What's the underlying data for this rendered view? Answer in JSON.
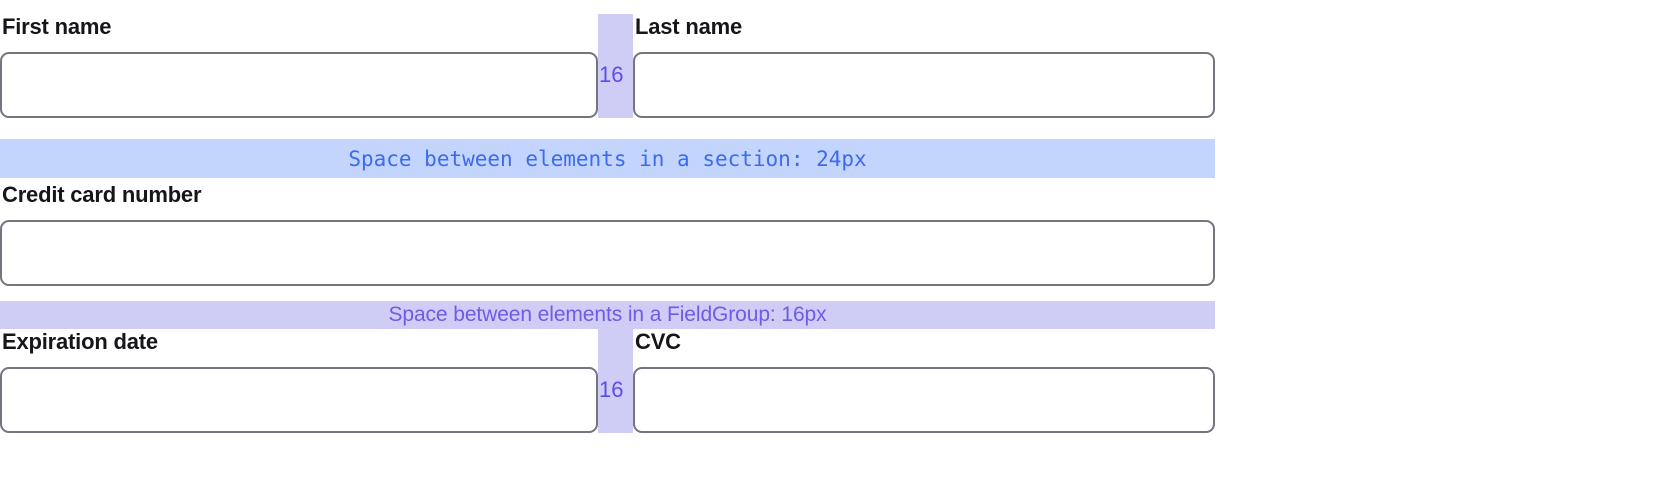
{
  "colors": {
    "section_band_bg": "#c3d4fd",
    "section_band_text": "#3b6bf0",
    "fieldgroup_band_bg": "#cfcdf5",
    "fieldgroup_band_text": "#6c5ce7",
    "gap_column_bg": "#cfcdf5",
    "gap_label_text": "#5b4ee8",
    "input_border": "#73767f",
    "label_text": "#14161a",
    "page_bg": "#ffffff"
  },
  "rows": {
    "name_row": {
      "first_name": {
        "label": "First name",
        "value": "",
        "placeholder": ""
      },
      "last_name": {
        "label": "Last name",
        "value": "",
        "placeholder": ""
      },
      "gap_label": "16"
    },
    "card_row": {
      "credit_card": {
        "label": "Credit card number",
        "value": "",
        "placeholder": ""
      }
    },
    "expiry_row": {
      "expiration_date": {
        "label": "Expiration date",
        "value": "",
        "placeholder": ""
      },
      "cvc": {
        "label": "CVC",
        "value": "",
        "placeholder": ""
      },
      "gap_label": "16"
    }
  },
  "annotations": {
    "section_spacing": "Space between elements in a section: 24px",
    "fieldgroup_spacing": "Space between elements in a FieldGroup: 16px"
  }
}
